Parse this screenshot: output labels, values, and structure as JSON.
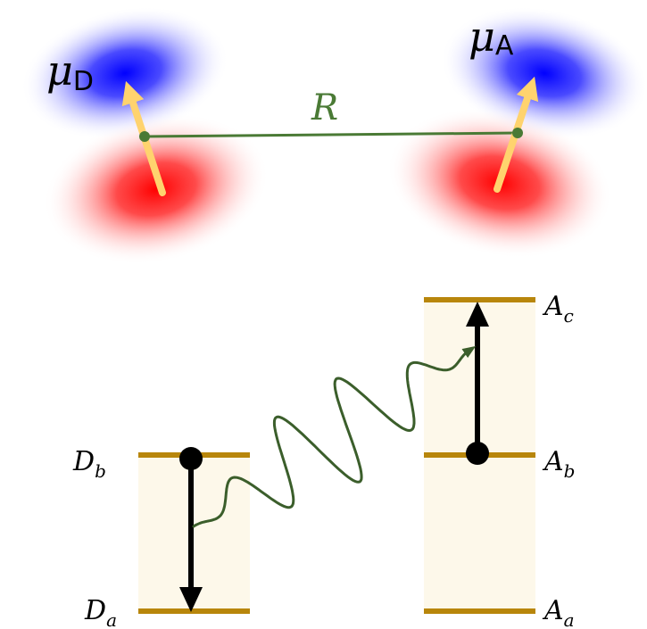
{
  "top": {
    "donor_dipole": {
      "symbol": "μ",
      "subscript": "D"
    },
    "acceptor_dipole": {
      "symbol": "μ",
      "subscript": "A"
    },
    "distance_label": "R"
  },
  "levels": {
    "donor_upper": {
      "main": "D",
      "sub": "b"
    },
    "donor_lower": {
      "main": "D",
      "sub": "a"
    },
    "acceptor_top": {
      "main": "A",
      "sub": "c"
    },
    "acceptor_mid": {
      "main": "A",
      "sub": "b"
    },
    "acceptor_bottom": {
      "main": "A",
      "sub": "a"
    }
  },
  "colors": {
    "positive_lobe": "#0000ff",
    "negative_lobe": "#ff0000",
    "dipole_arrow": "#ffd36e",
    "distance_line": "#4a7a35",
    "energy_level": "#b8860b",
    "level_band": "#fdf8ea",
    "transition_arrow": "#000000",
    "photon_wave": "#3b5e2b"
  }
}
